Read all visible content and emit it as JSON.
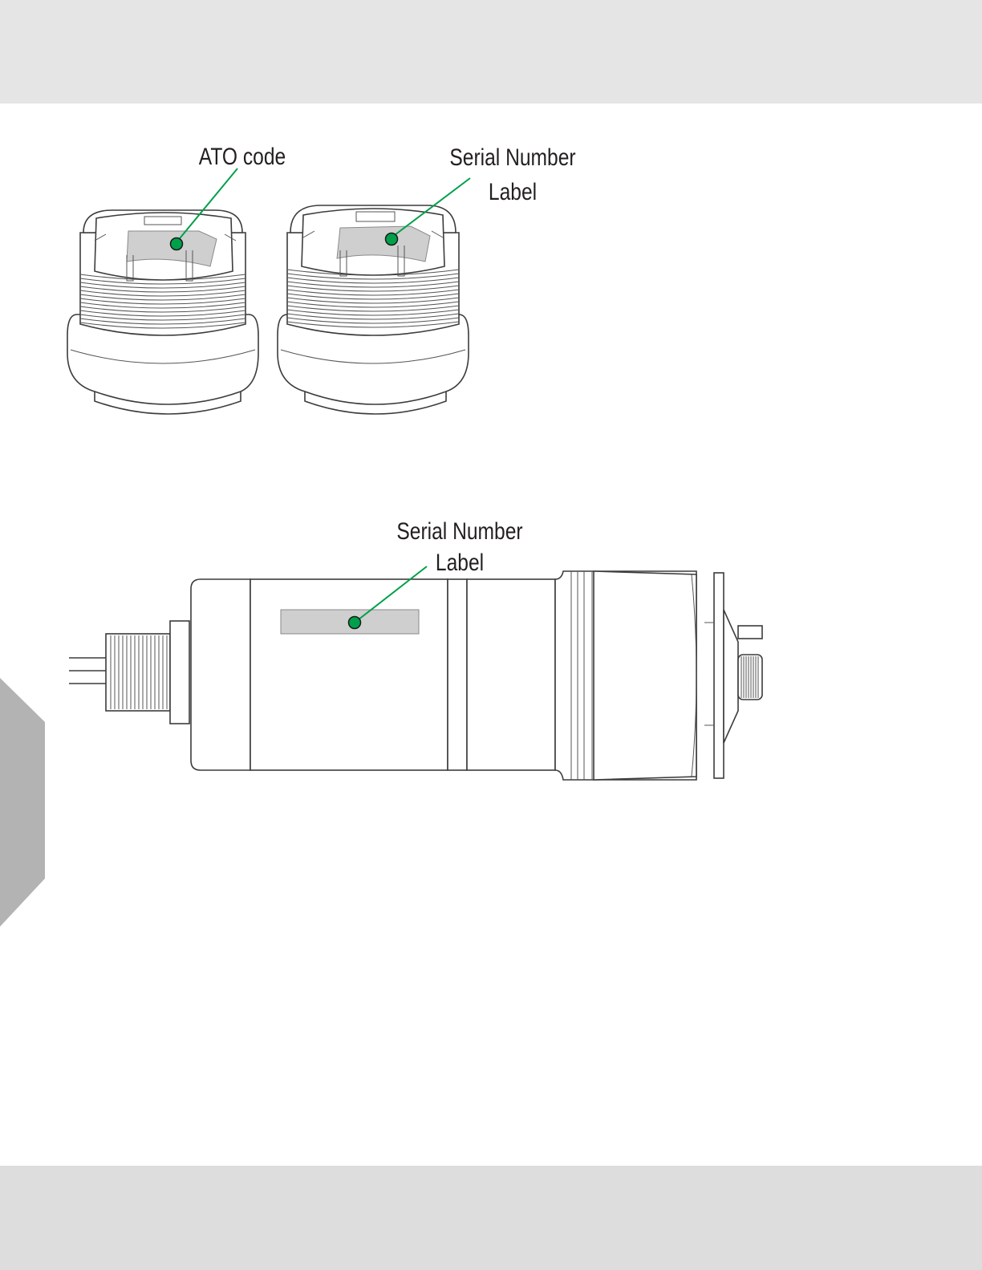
{
  "callouts": {
    "ato_code": "ATO code",
    "serial_top_line1": "Serial Number",
    "serial_top_line2": "Label",
    "serial_bottom_line1": "Serial Number",
    "serial_bottom_line2": "Label"
  },
  "colors": {
    "band": "#e5e5e5",
    "band_bottom": "#dddddd",
    "side_tab": "#b3b3b4",
    "label_patch": "#cfcfcf",
    "marker_green": "#00a04b",
    "marker_stroke": "#1a1a1a",
    "leader": "#00a04b"
  }
}
